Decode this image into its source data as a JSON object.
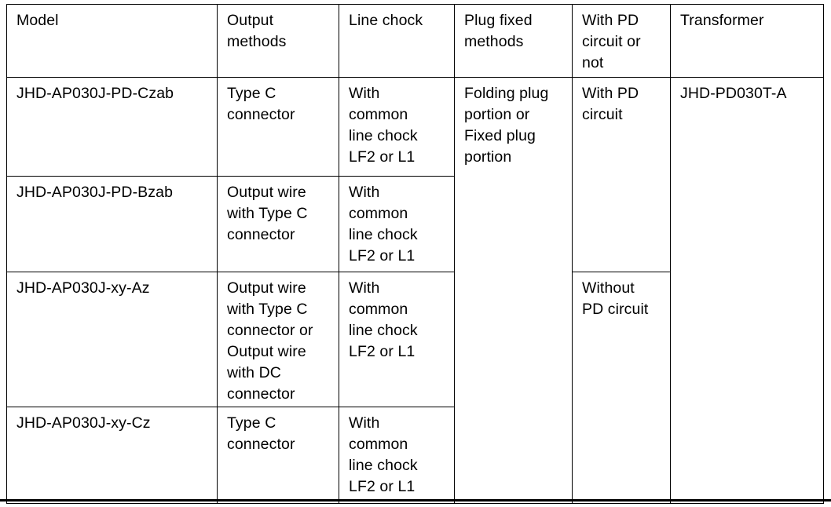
{
  "table": {
    "columns": [
      {
        "key": "model",
        "label": "Model"
      },
      {
        "key": "output",
        "label": "Output\nmethods"
      },
      {
        "key": "chock",
        "label": "Line chock"
      },
      {
        "key": "plug",
        "label": "Plug fixed\nmethods"
      },
      {
        "key": "pd",
        "label": "With PD\ncircuit or\nnot"
      },
      {
        "key": "transformer",
        "label": "Transformer"
      }
    ],
    "rows": [
      {
        "model": "JHD-AP030J-PD-Czab",
        "output": "Type C\nconnector",
        "chock": "With\ncommon\nline chock\nLF2 or L1",
        "plug": "Folding plug\nportion or\nFixed plug\nportion",
        "pd": "With PD\ncircuit",
        "transformer": "JHD-PD030T-A"
      },
      {
        "model": "JHD-AP030J-PD-Bzab",
        "output": "Output wire\nwith Type C\nconnector",
        "chock": "With\ncommon\nline chock\nLF2 or L1"
      },
      {
        "model": "JHD-AP030J-xy-Az",
        "output": "Output wire\nwith Type C\nconnector or\nOutput wire\nwith DC\nconnector",
        "chock": "With\ncommon\nline chock\nLF2 or L1",
        "pd": "Without\nPD circuit"
      },
      {
        "model": "JHD-AP030J-xy-Cz",
        "output": "Type C\nconnector",
        "chock": "With\ncommon\nline chock\nLF2 or L1"
      }
    ],
    "colors": {
      "border": "#000000",
      "text": "#000000",
      "background": "#ffffff"
    }
  }
}
